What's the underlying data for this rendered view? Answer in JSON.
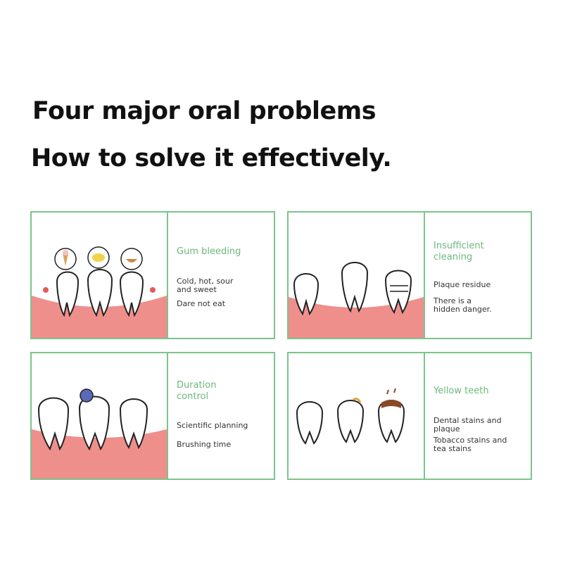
{
  "headline": {
    "line1": "Four major oral problems",
    "line2": "How to solve it effectively."
  },
  "colors": {
    "border": "#7cc48c",
    "title": "#6cb87c",
    "gum": "#ef8f8c",
    "text": "#333333"
  },
  "cards": [
    {
      "title": "Gum bleeding",
      "lines": [
        "Cold, hot, sour and sweet",
        "Dare not eat"
      ]
    },
    {
      "title": "Insufficient cleaning",
      "lines": [
        "Plaque residue",
        "There is a hidden danger."
      ]
    },
    {
      "title": "Duration control",
      "lines": [
        "Scientific planning",
        "Brushing time"
      ]
    },
    {
      "title": "Yellow teeth",
      "lines": [
        "Dental stains and plaque",
        "Tobacco stains and tea stains"
      ]
    }
  ]
}
